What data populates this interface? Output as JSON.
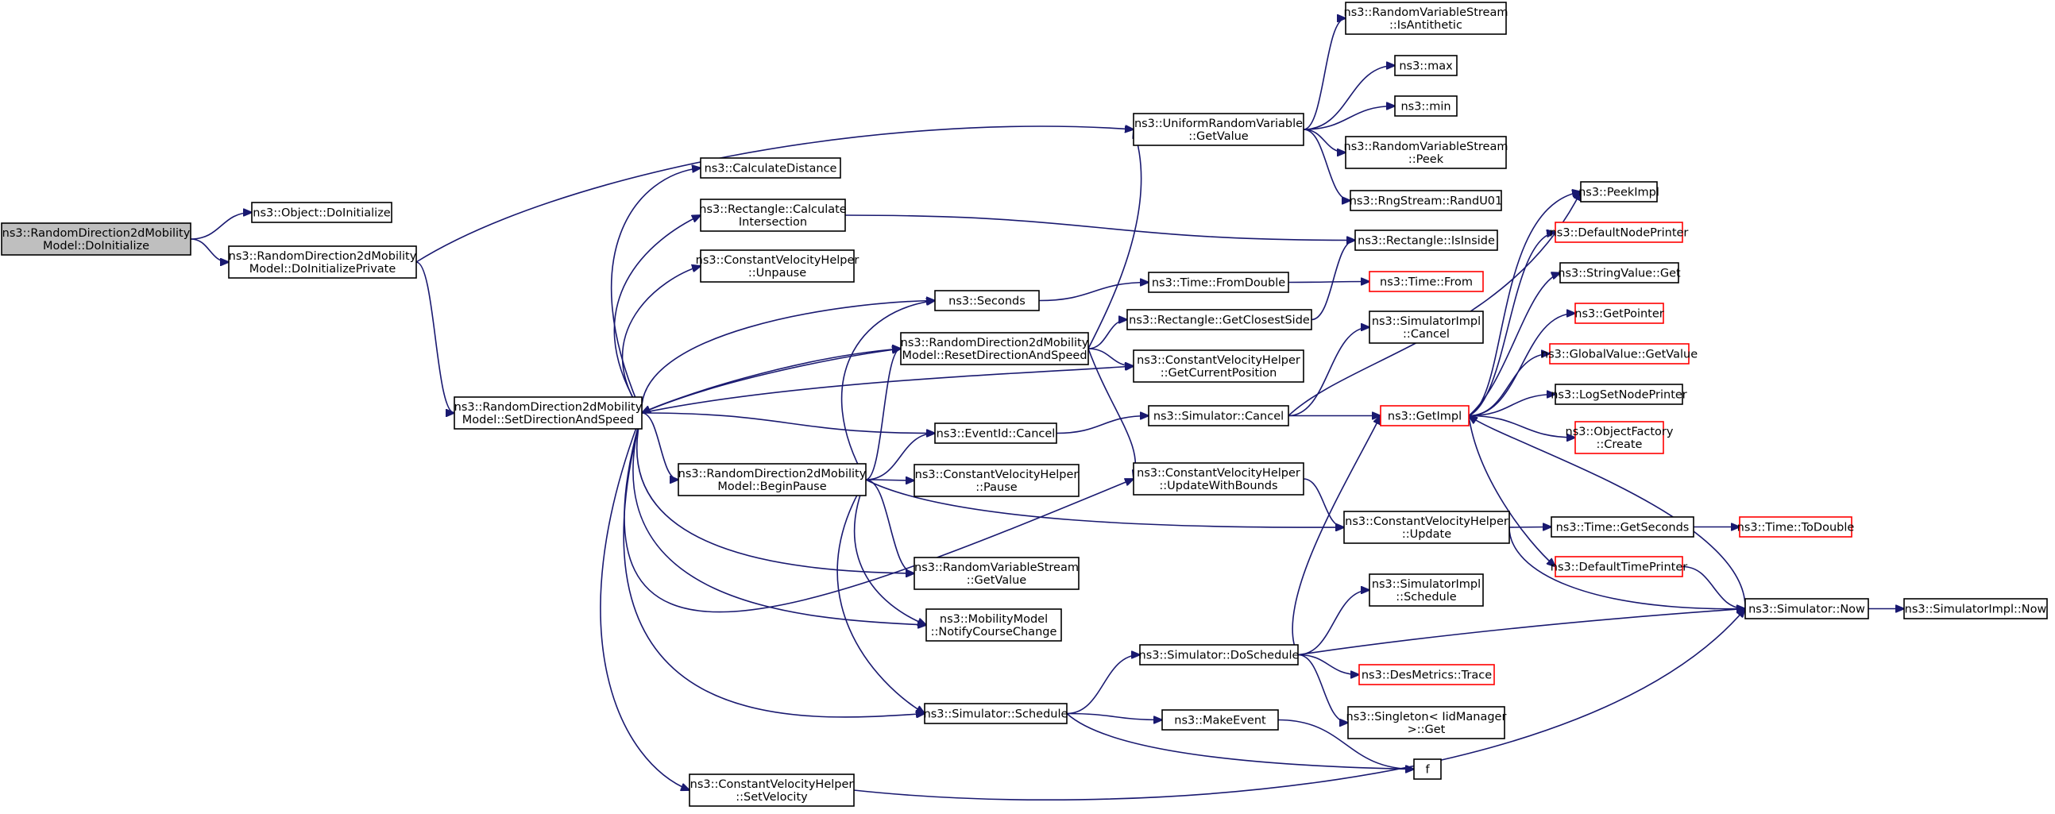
{
  "graph": {
    "edge_color": "#191970",
    "node_border": "#000000",
    "truncated_node_border": "#ff0000",
    "root_fill": "#bfbfbf",
    "nodes": [
      {
        "id": "doinit",
        "lines": [
          "ns3::RandomDirection2dMobility",
          "Model::DoInitialize"
        ],
        "root": true
      },
      {
        "id": "objdoinit",
        "lines": [
          "ns3::Object::DoInitialize"
        ]
      },
      {
        "id": "doinitpriv",
        "lines": [
          "ns3::RandomDirection2dMobility",
          "Model::DoInitializePrivate"
        ]
      },
      {
        "id": "setdir",
        "lines": [
          "ns3::RandomDirection2dMobility",
          "Model::SetDirectionAndSpeed"
        ]
      },
      {
        "id": "calcdist",
        "lines": [
          "ns3::CalculateDistance"
        ]
      },
      {
        "id": "rectcalc",
        "lines": [
          "ns3::Rectangle::Calculate",
          "Intersection"
        ]
      },
      {
        "id": "cvhunpause",
        "lines": [
          "ns3::ConstantVelocityHelper",
          "::Unpause"
        ]
      },
      {
        "id": "seconds",
        "lines": [
          "ns3::Seconds"
        ]
      },
      {
        "id": "reset",
        "lines": [
          "ns3::RandomDirection2dMobility",
          "Model::ResetDirectionAndSpeed"
        ]
      },
      {
        "id": "evcancel",
        "lines": [
          "ns3::EventId::Cancel"
        ]
      },
      {
        "id": "beginpause",
        "lines": [
          "ns3::RandomDirection2dMobility",
          "Model::BeginPause"
        ]
      },
      {
        "id": "cvhpause",
        "lines": [
          "ns3::ConstantVelocityHelper",
          "::Pause"
        ]
      },
      {
        "id": "rvsgetval",
        "lines": [
          "ns3::RandomVariableStream",
          "::GetValue"
        ]
      },
      {
        "id": "notify",
        "lines": [
          "ns3::MobilityModel",
          "::NotifyCourseChange"
        ]
      },
      {
        "id": "simsched",
        "lines": [
          "ns3::Simulator::Schedule"
        ]
      },
      {
        "id": "setvel",
        "lines": [
          "ns3::ConstantVelocityHelper",
          "::SetVelocity"
        ]
      },
      {
        "id": "urvgetval",
        "lines": [
          "ns3::UniformRandomVariable",
          "::GetValue"
        ]
      },
      {
        "id": "fromdouble",
        "lines": [
          "ns3::Time::FromDouble"
        ]
      },
      {
        "id": "getclosest",
        "lines": [
          "ns3::Rectangle::GetClosestSide"
        ]
      },
      {
        "id": "getcurpos",
        "lines": [
          "ns3::ConstantVelocityHelper",
          "::GetCurrentPosition"
        ]
      },
      {
        "id": "simcancel",
        "lines": [
          "ns3::Simulator::Cancel"
        ]
      },
      {
        "id": "updbounds",
        "lines": [
          "ns3::ConstantVelocityHelper",
          "::UpdateWithBounds"
        ]
      },
      {
        "id": "dosched",
        "lines": [
          "ns3::Simulator::DoSchedule"
        ]
      },
      {
        "id": "makeevent",
        "lines": [
          "ns3::MakeEvent"
        ]
      },
      {
        "id": "isanti",
        "lines": [
          "ns3::RandomVariableStream",
          "::IsAntithetic"
        ]
      },
      {
        "id": "max",
        "lines": [
          "ns3::max"
        ]
      },
      {
        "id": "min",
        "lines": [
          "ns3::min"
        ]
      },
      {
        "id": "peek",
        "lines": [
          "ns3::RandomVariableStream",
          "::Peek"
        ]
      },
      {
        "id": "randu01",
        "lines": [
          "ns3::RngStream::RandU01"
        ]
      },
      {
        "id": "isinside",
        "lines": [
          "ns3::Rectangle::IsInside"
        ]
      },
      {
        "id": "timefrom",
        "lines": [
          "ns3::Time::From"
        ],
        "red": true
      },
      {
        "id": "simimplcancel",
        "lines": [
          "ns3::SimulatorImpl",
          "::Cancel"
        ]
      },
      {
        "id": "getimpl",
        "lines": [
          "ns3::GetImpl"
        ],
        "red": true
      },
      {
        "id": "cvhupdate",
        "lines": [
          "ns3::ConstantVelocityHelper",
          "::Update"
        ]
      },
      {
        "id": "simimplsched",
        "lines": [
          "ns3::SimulatorImpl",
          "::Schedule"
        ]
      },
      {
        "id": "desmetrics",
        "lines": [
          "ns3::DesMetrics::Trace"
        ],
        "red": true
      },
      {
        "id": "singleton",
        "lines": [
          "ns3::Singleton< IidManager",
          ">::Get"
        ]
      },
      {
        "id": "f",
        "lines": [
          "f"
        ]
      },
      {
        "id": "peekimpl",
        "lines": [
          "ns3::PeekImpl"
        ]
      },
      {
        "id": "defnodeprinter",
        "lines": [
          "ns3::DefaultNodePrinter"
        ],
        "red": true
      },
      {
        "id": "strvalget",
        "lines": [
          "ns3::StringValue::Get"
        ]
      },
      {
        "id": "getpointer",
        "lines": [
          "ns3::GetPointer"
        ],
        "red": true
      },
      {
        "id": "globalval",
        "lines": [
          "ns3::GlobalValue::GetValue"
        ],
        "red": true
      },
      {
        "id": "logsetnode",
        "lines": [
          "ns3::LogSetNodePrinter"
        ]
      },
      {
        "id": "objfactory",
        "lines": [
          "ns3::ObjectFactory",
          "::Create"
        ],
        "red": true
      },
      {
        "id": "timegetsec",
        "lines": [
          "ns3::Time::GetSeconds"
        ]
      },
      {
        "id": "deftimeprinter",
        "lines": [
          "ns3::DefaultTimePrinter"
        ],
        "red": true
      },
      {
        "id": "timetodouble",
        "lines": [
          "ns3::Time::ToDouble"
        ],
        "red": true
      },
      {
        "id": "simnow",
        "lines": [
          "ns3::Simulator::Now"
        ]
      },
      {
        "id": "simimplnow",
        "lines": [
          "ns3::SimulatorImpl::Now"
        ]
      }
    ],
    "edges": [
      [
        "doinit",
        "objdoinit"
      ],
      [
        "doinit",
        "doinitpriv"
      ],
      [
        "doinitpriv",
        "urvgetval"
      ],
      [
        "doinitpriv",
        "setdir"
      ],
      [
        "setdir",
        "calcdist"
      ],
      [
        "setdir",
        "rectcalc"
      ],
      [
        "setdir",
        "cvhunpause"
      ],
      [
        "setdir",
        "seconds"
      ],
      [
        "setdir",
        "reset"
      ],
      [
        "setdir",
        "getcurpos"
      ],
      [
        "setdir",
        "evcancel"
      ],
      [
        "setdir",
        "beginpause"
      ],
      [
        "setdir",
        "rvsgetval"
      ],
      [
        "setdir",
        "notify"
      ],
      [
        "setdir",
        "updbounds"
      ],
      [
        "setdir",
        "simsched"
      ],
      [
        "setdir",
        "setvel"
      ],
      [
        "rectcalc",
        "isinside"
      ],
      [
        "seconds",
        "fromdouble"
      ],
      [
        "fromdouble",
        "timefrom"
      ],
      [
        "reset",
        "urvgetval"
      ],
      [
        "reset",
        "getclosest"
      ],
      [
        "reset",
        "getcurpos"
      ],
      [
        "reset",
        "setdir"
      ],
      [
        "reset",
        "updbounds"
      ],
      [
        "getclosest",
        "isinside"
      ],
      [
        "evcancel",
        "simcancel"
      ],
      [
        "beginpause",
        "seconds"
      ],
      [
        "beginpause",
        "reset"
      ],
      [
        "beginpause",
        "evcancel"
      ],
      [
        "beginpause",
        "cvhpause"
      ],
      [
        "beginpause",
        "rvsgetval"
      ],
      [
        "beginpause",
        "notify"
      ],
      [
        "beginpause",
        "simsched"
      ],
      [
        "beginpause",
        "cvhupdate"
      ],
      [
        "urvgetval",
        "isanti"
      ],
      [
        "urvgetval",
        "max"
      ],
      [
        "urvgetval",
        "min"
      ],
      [
        "urvgetval",
        "peek"
      ],
      [
        "urvgetval",
        "randu01"
      ],
      [
        "simcancel",
        "simimplcancel"
      ],
      [
        "simcancel",
        "getimpl"
      ],
      [
        "simcancel",
        "peekimpl"
      ],
      [
        "updbounds",
        "cvhupdate"
      ],
      [
        "simsched",
        "dosched"
      ],
      [
        "simsched",
        "makeevent"
      ],
      [
        "simsched",
        "f"
      ],
      [
        "makeevent",
        "f"
      ],
      [
        "dosched",
        "getimpl"
      ],
      [
        "dosched",
        "simimplsched"
      ],
      [
        "dosched",
        "simnow"
      ],
      [
        "dosched",
        "desmetrics"
      ],
      [
        "dosched",
        "singleton"
      ],
      [
        "cvhupdate",
        "timegetsec"
      ],
      [
        "cvhupdate",
        "simnow"
      ],
      [
        "timegetsec",
        "timetodouble"
      ],
      [
        "getimpl",
        "peekimpl"
      ],
      [
        "getimpl",
        "defnodeprinter"
      ],
      [
        "getimpl",
        "strvalget"
      ],
      [
        "getimpl",
        "getpointer"
      ],
      [
        "getimpl",
        "globalval"
      ],
      [
        "getimpl",
        "logsetnode"
      ],
      [
        "getimpl",
        "objfactory"
      ],
      [
        "getimpl",
        "deftimeprinter"
      ],
      [
        "deftimeprinter",
        "simnow"
      ],
      [
        "simnow",
        "getimpl"
      ],
      [
        "simnow",
        "simimplnow"
      ],
      [
        "setvel",
        "simnow"
      ]
    ]
  }
}
